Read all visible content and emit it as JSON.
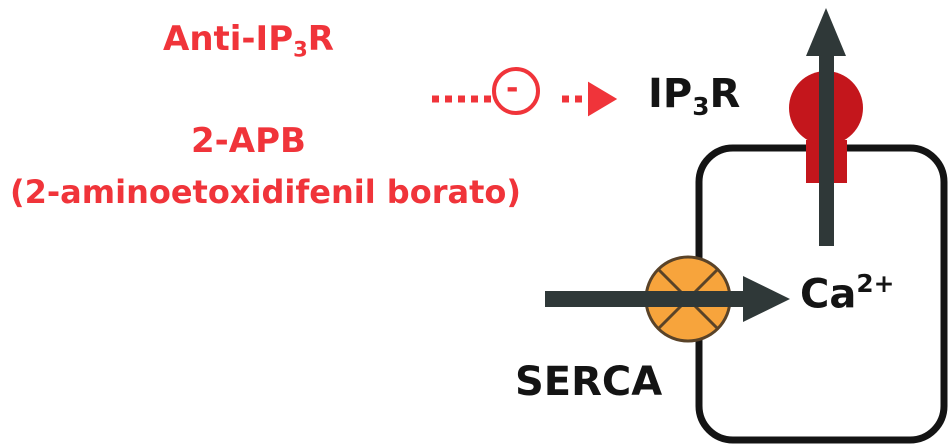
{
  "inhibitors": {
    "antibody": {
      "prefix": "Anti-IP",
      "subscript": "3",
      "suffix": "R"
    },
    "drug": "2-APB",
    "drug_full_name": "(2-aminoetoxidifenil borato)"
  },
  "inhibition_symbol": "-",
  "receptor": {
    "prefix": "IP",
    "subscript": "3",
    "suffix": "R"
  },
  "ion": {
    "base": "Ca",
    "charge": "2+"
  },
  "pump": {
    "label": "SERCA"
  },
  "colors": {
    "inhibitor_red": "#f0343a",
    "receptor_red": "#c4161c",
    "pump_orange": "#f7a43c",
    "arrow_dark": "#2f3838",
    "membrane": "#141414"
  }
}
